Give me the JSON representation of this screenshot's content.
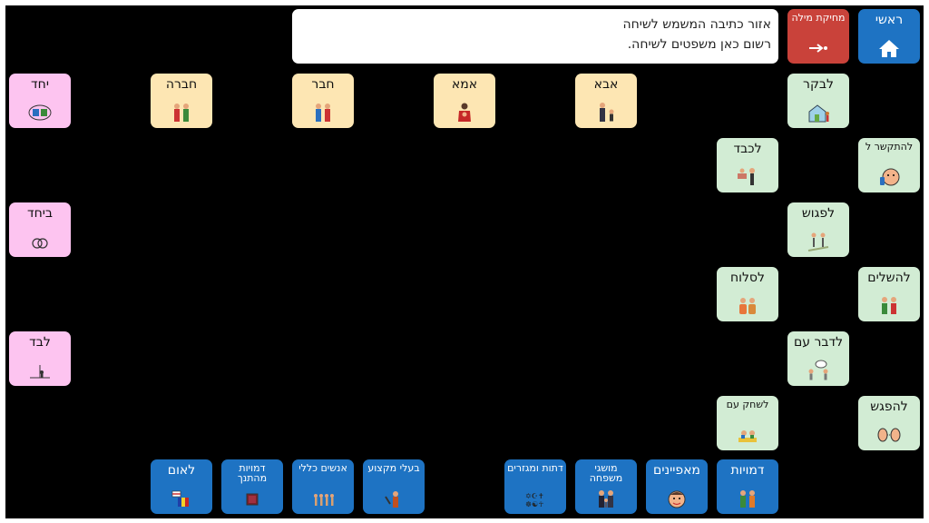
{
  "toolbar": {
    "home_label": "ראשי",
    "delete_label": "מחיקת מילה",
    "message_line1": "אזור כתיבה המשמש לשיחה",
    "message_line2": "רשום כאן משפטים לשיחה."
  },
  "verbs": {
    "visit": "לבקר",
    "contact": "להתקשר ל",
    "honor": "לכבד",
    "meet": "לפגוש",
    "reconcile": "להשלים",
    "forgive": "לסלוח",
    "talk_with": "לדבר עם",
    "meet_up": "להפגש",
    "play_with": "לשחק עם"
  },
  "people": {
    "dad": "אבא",
    "mom": "אמא",
    "friend_m": "חבר",
    "friend_f": "חברה"
  },
  "adverbs": {
    "together": "יחד",
    "together2": "ביחד",
    "alone": "לבד"
  },
  "categories": {
    "characters": "דמויות",
    "features": "מאפיינים",
    "family_terms": "מושגי משפחה",
    "religions": "דתות ומגזרים",
    "professionals": "בעלי מקצוע",
    "general_people": "אנשים כללי",
    "tanakh_figures": "דמויות מהתנך",
    "nation": "לאום"
  },
  "colors": {
    "verb_bg": "#d2ecd4",
    "people_bg": "#fde6b3",
    "adverb_bg": "#fdc4f0",
    "category_bg": "#1e73c3",
    "delete_bg": "#c9423a"
  },
  "icons": {
    "home": "house-icon",
    "delete": "backspace-arrow-icon"
  }
}
